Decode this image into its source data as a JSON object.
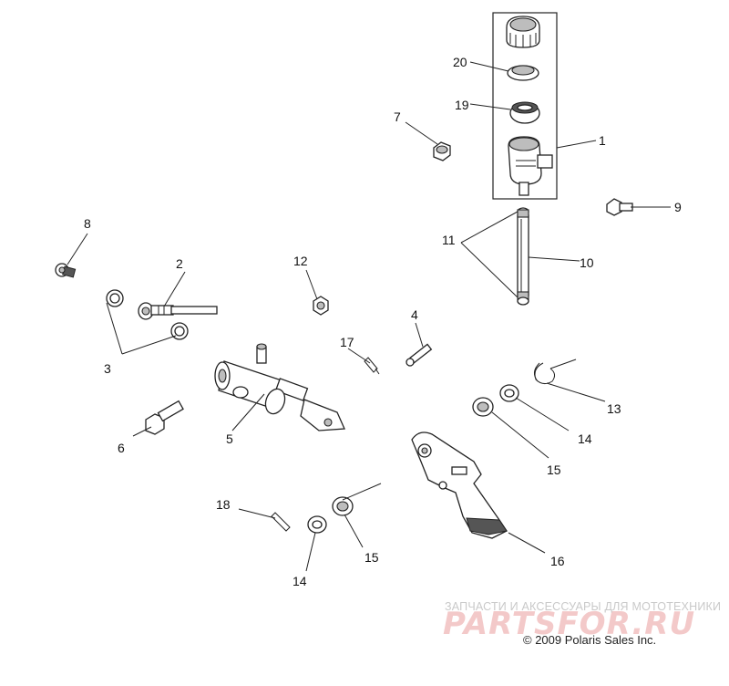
{
  "diagram": {
    "callouts": [
      "1",
      "2",
      "3",
      "4",
      "5",
      "6",
      "7",
      "8",
      "9",
      "10",
      "11",
      "12",
      "13",
      "14",
      "15",
      "16",
      "17",
      "18",
      "19",
      "20",
      "14",
      "15"
    ],
    "watermark_caption": "ЗАПЧАСТИ И АКСЕССУАРЫ ДЛЯ МОТОТЕХНИКИ",
    "watermark_logo": "PARTSFOR.RU",
    "copyright": "© 2009 Polaris Sales Inc."
  }
}
